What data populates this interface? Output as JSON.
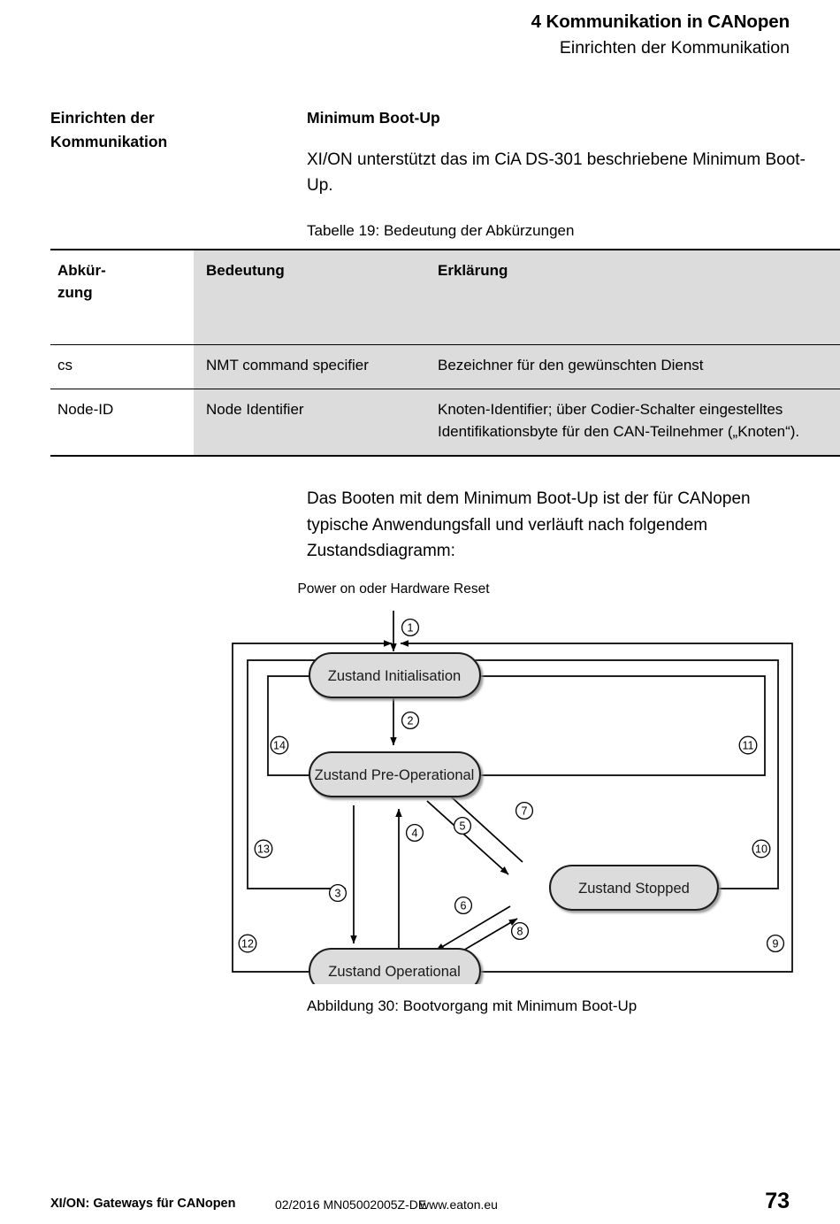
{
  "header": {
    "chapter": "4 Kommunikation in CANopen",
    "section": "Einrichten der Kommunikation"
  },
  "sidebar": {
    "heading": "Einrichten der\nKommunikation"
  },
  "main": {
    "subheading": "Minimum Boot-Up",
    "paragraph1": "XI/ON unterstützt das im CiA DS-301 beschriebene Minimum Boot-Up.",
    "table_caption": "Tabelle 19: Bedeutung der Abkürzungen",
    "paragraph2": "Das Booten mit dem Minimum Boot-Up ist der für CANopen typische Anwendungsfall und verläuft nach folgendem Zustandsdiagramm:",
    "figure_caption": "Abbildung 30: Bootvorgang mit Minimum Boot-Up"
  },
  "table": {
    "columns": [
      "Abkür-\nzung",
      "Bedeutung",
      "Erklärung"
    ],
    "rows": [
      {
        "abbrev": "cs",
        "meaning": "NMT command specifier",
        "explanation": "Bezeichner für den gewünschten Dienst"
      },
      {
        "abbrev": "Node-ID",
        "meaning": "Node Identifier",
        "explanation": "Knoten-Identifier; über Codier-Schalter eingestelltes Identifikationsbyte für den CAN-Teilnehmer („Knoten“)."
      }
    ]
  },
  "diagram": {
    "entry_label": "Power on oder Hardware Reset",
    "states": [
      {
        "id": "init",
        "label": "Zustand Initialisation"
      },
      {
        "id": "preop",
        "label": "Zustand Pre-Operational"
      },
      {
        "id": "stopped",
        "label": "Zustand Stopped"
      },
      {
        "id": "operational",
        "label": "Zustand Operational"
      }
    ],
    "transitions": [
      {
        "n": "1",
        "from": "power-on",
        "to": "init"
      },
      {
        "n": "2",
        "from": "init",
        "to": "preop"
      },
      {
        "n": "3",
        "from": "preop",
        "to": "operational"
      },
      {
        "n": "4",
        "from": "operational",
        "to": "preop"
      },
      {
        "n": "5",
        "from": "preop",
        "to": "stopped"
      },
      {
        "n": "6",
        "from": "stopped",
        "to": "operational"
      },
      {
        "n": "7",
        "from": "stopped",
        "to": "preop"
      },
      {
        "n": "8",
        "from": "operational",
        "to": "stopped"
      },
      {
        "n": "9",
        "from": "operational",
        "to": "init"
      },
      {
        "n": "10",
        "from": "stopped",
        "to": "init"
      },
      {
        "n": "11",
        "from": "preop",
        "to": "init"
      },
      {
        "n": "12",
        "from": "operational",
        "to": "init"
      },
      {
        "n": "13",
        "from": "stopped",
        "to": "init"
      },
      {
        "n": "14",
        "from": "preop",
        "to": "init"
      }
    ],
    "colors": {
      "state_fill": "#dcdcdc",
      "state_stroke": "#1a1a1a",
      "line": "#000000"
    }
  },
  "footer": {
    "title": "XI/ON: Gateways für CANopen",
    "docdate": "02/2016 MN05002005Z-DE",
    "url": "www.eaton.eu",
    "page": "73"
  }
}
